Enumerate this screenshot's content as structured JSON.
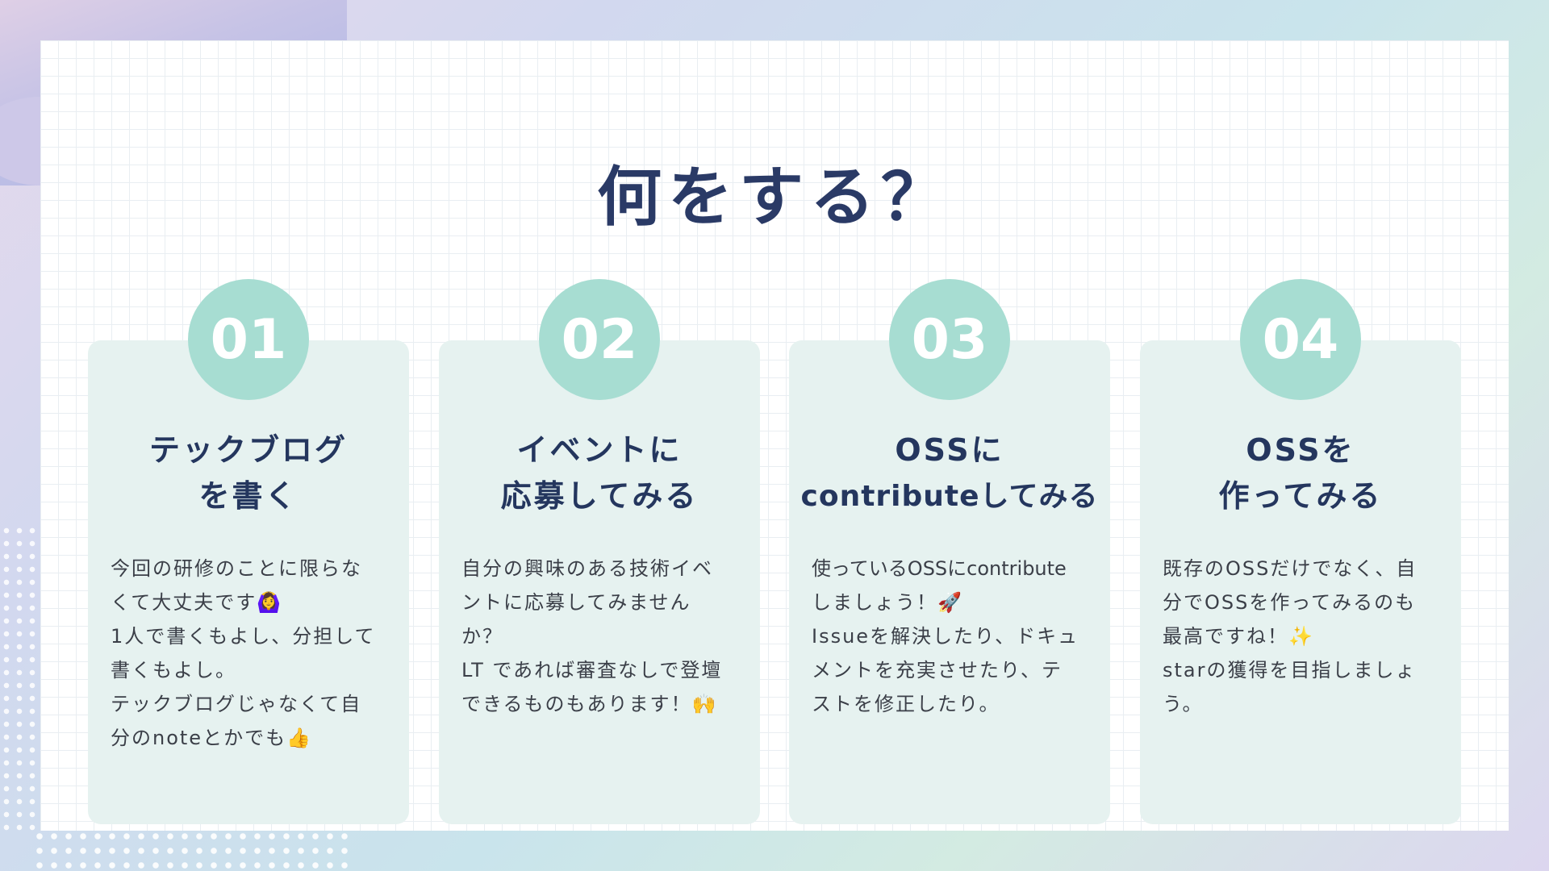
{
  "title": "何をする？",
  "colors": {
    "accent": "#a7ddd2",
    "card_bg": "#e6f2f0",
    "heading": "#24365e"
  },
  "cards": [
    {
      "number": "01",
      "heading": [
        "テックブログ",
        "を書く"
      ],
      "body": [
        "今回の研修のことに限らな",
        "くて大丈夫です🙆‍♀️",
        "1人で書くもよし、分担して",
        "書くもよし。",
        "テックブログじゃなくて自",
        "分のnoteとかでも👍"
      ]
    },
    {
      "number": "02",
      "heading": [
        "イベントに",
        "応募してみる"
      ],
      "body": [
        "自分の興味のある技術イベ",
        "ントに応募してみません",
        "か？",
        "LT であれば審査なしで登壇",
        "できるものもあります！🙌"
      ]
    },
    {
      "number": "03",
      "heading": [
        "OSSに",
        "contributeしてみる"
      ],
      "body": [
        "使っているOSSにcontribute",
        "しましょう！🚀",
        "Issueを解決したり、ドキュ",
        "メントを充実させたり、テ",
        "ストを修正したり。"
      ]
    },
    {
      "number": "04",
      "heading": [
        "OSSを",
        "作ってみる"
      ],
      "body": [
        "既存のOSSだけでなく、自",
        "分でOSSを作ってみるのも",
        "最高ですね！✨",
        "starの獲得を目指しましょ",
        "う。"
      ]
    }
  ]
}
